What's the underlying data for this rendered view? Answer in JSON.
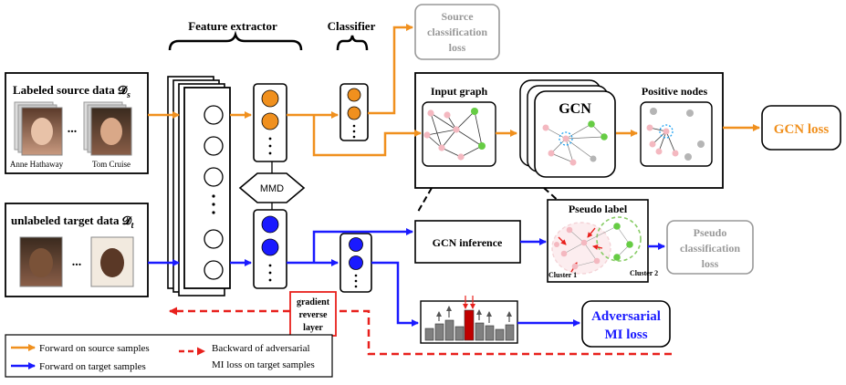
{
  "header": {
    "feature_extractor": "Feature extractor",
    "classifier": "Classifier"
  },
  "source": {
    "title": "Labeled source data 𝓓",
    "subscript": "s",
    "person1": "Anne Hathaway",
    "person2": "Tom Cruise",
    "ellipsis": "..."
  },
  "target": {
    "title": "unlabeled target data 𝓓",
    "subscript": "t",
    "ellipsis": "..."
  },
  "mmd": "MMD",
  "boxes": {
    "source_loss_1": "Source",
    "source_loss_2": "classification",
    "source_loss_3": "loss",
    "input_graph": "Input graph",
    "gcn": "GCN",
    "positive_nodes": "Positive nodes",
    "gcn_loss": "GCN loss",
    "gcn_inference": "GCN inference",
    "pseudo_label": "Pseudo label",
    "cluster1": "Cluster 1",
    "cluster2": "Cluster 2",
    "pseudo_loss_1": "Pseudo",
    "pseudo_loss_2": "classification",
    "pseudo_loss_3": "loss",
    "grl_1": "gradient",
    "grl_2": "reverse",
    "grl_3": "layer",
    "adv_loss_1": "Adversarial",
    "adv_loss_2": "MI loss"
  },
  "legend": {
    "source_forward": "Forward on source samples",
    "target_forward": "Forward on target samples",
    "backward_1": "Backward of adversarial",
    "backward_2": "MI loss on target samples"
  },
  "colors": {
    "orange": "#f0901e",
    "blue": "#1a1aff",
    "red": "#e8201c",
    "node_pink": "#f4b8c0",
    "node_green": "#66cc44",
    "node_gray": "#b5b5b5",
    "darkred": "#c00000"
  }
}
